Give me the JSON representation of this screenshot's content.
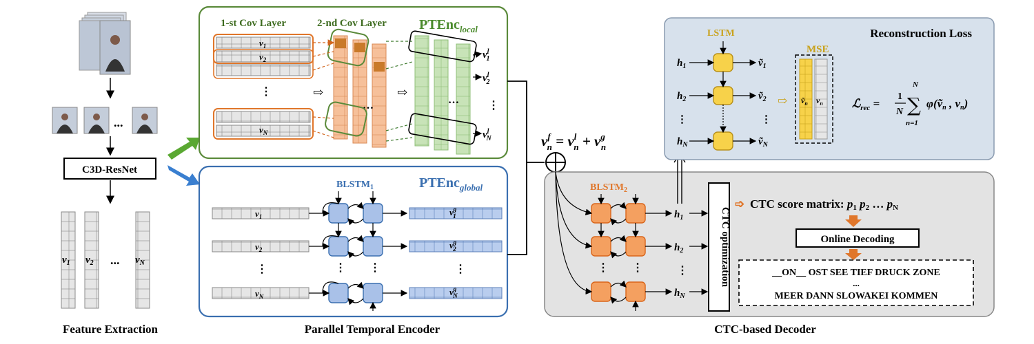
{
  "sections": {
    "feature_extraction": "Feature Extraction",
    "encoder": "Parallel Temporal Encoder",
    "decoder": "CTC-based Decoder"
  },
  "feature": {
    "backbone": "C3D-ResNet",
    "ellipsis": "...",
    "features": [
      "v1",
      "v2",
      "vN"
    ]
  },
  "local": {
    "title_main": "PTEnc",
    "title_sub": "local",
    "layer1": "1-st Cov Layer",
    "layer2": "2-nd Cov Layer",
    "inputs": [
      "v1",
      "v2",
      "vN"
    ],
    "outputs": [
      "v1l",
      "v2l",
      "vNl"
    ]
  },
  "global": {
    "title_main": "PTEnc",
    "title_sub": "global",
    "blstm": "BLSTM1",
    "inputs": [
      "v1",
      "v2",
      "vN"
    ],
    "outputs": [
      "v1g",
      "v2g",
      "vNg"
    ]
  },
  "fusion": {
    "equation": "vnf = vnl + vng"
  },
  "reconstruction": {
    "title": "Reconstruction Loss",
    "lstm": "LSTM",
    "mse": "MSE",
    "hidden": [
      "h1",
      "h2",
      "hN"
    ],
    "recon": [
      "ṽ1",
      "ṽ2",
      "ṽN"
    ],
    "formula": "Lrec = 1/N Σ φ(ṽn, vn)"
  },
  "decoder": {
    "blstm": "BLSTM2",
    "hidden": [
      "h1",
      "h2",
      "hN"
    ],
    "ctc_opt": "CTC optimization",
    "score_matrix": "CTC score matrix:  p1   p2 ... pN",
    "online": "Online Decoding",
    "out_line1": "__ON__ OST SEE TIEF DRUCK ZONE",
    "out_dots": "...",
    "out_line2": "MEER DANN SLOWAKEI KOMMEN"
  },
  "colors": {
    "local_border": "#5a8a3a",
    "global_border": "#3a6fb0",
    "orange": "#f08a3c",
    "blue_node": "#a9c1e8",
    "yellow": "#f7d24a",
    "recon_bg": "#d7e1ec",
    "decoder_bg": "#e3e3e3"
  }
}
